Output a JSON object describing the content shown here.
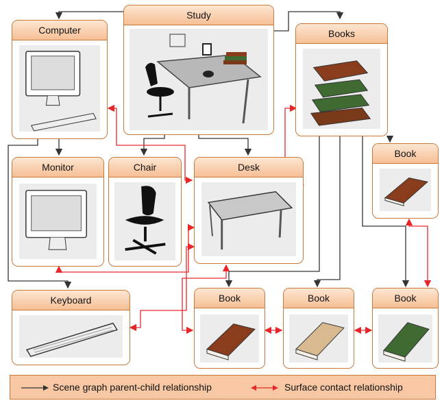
{
  "nodes": {
    "study": "Study",
    "computer": "Computer",
    "books": "Books",
    "book_right": "Book",
    "monitor": "Monitor",
    "chair": "Chair",
    "desk": "Desk",
    "keyboard": "Keyboard",
    "book_1": "Book",
    "book_2": "Book",
    "book_3": "Book"
  },
  "legend": {
    "parent_child": "Scene graph parent-child relationship",
    "surface_contact": "Surface contact relationship"
  },
  "colors": {
    "node_border": "#c8793a",
    "title_fill": "#f6bf95",
    "parent_child_arrow": "#333333",
    "surface_contact_arrow": "#e8262a",
    "book_brown": "#8a3d1c",
    "book_beige": "#d9b98f",
    "book_green": "#3f6b33"
  }
}
